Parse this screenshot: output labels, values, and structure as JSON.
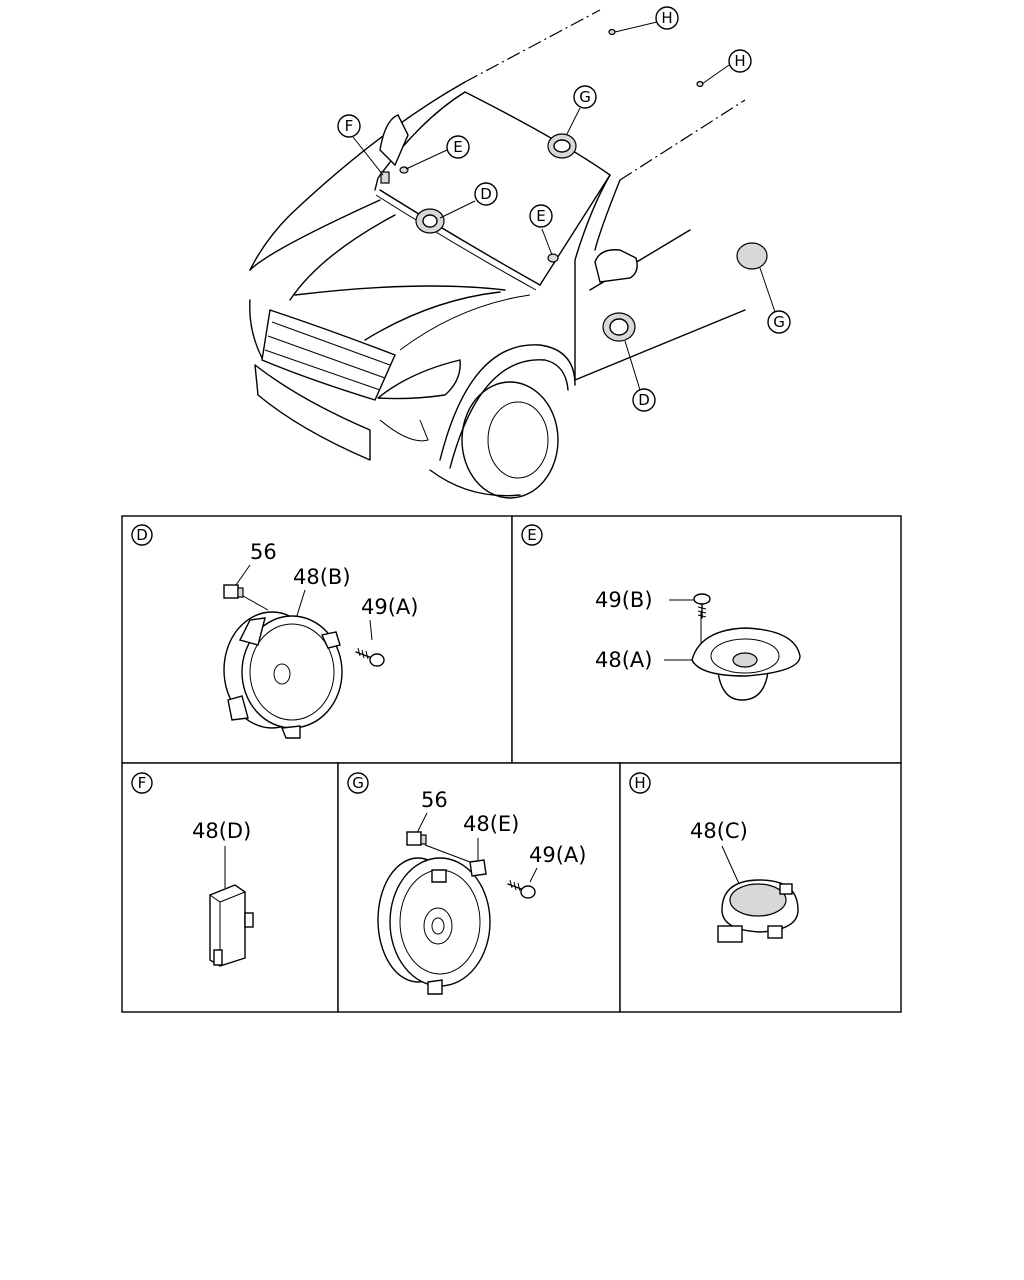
{
  "callouts": {
    "D": "D",
    "E": "E",
    "F": "F",
    "G": "G",
    "H": "H"
  },
  "parts": {
    "p56": "56",
    "p48A": "48(A)",
    "p48B": "48(B)",
    "p48C": "48(C)",
    "p48D": "48(D)",
    "p48E": "48(E)",
    "p49A": "49(A)",
    "p49B": "49(B)"
  }
}
